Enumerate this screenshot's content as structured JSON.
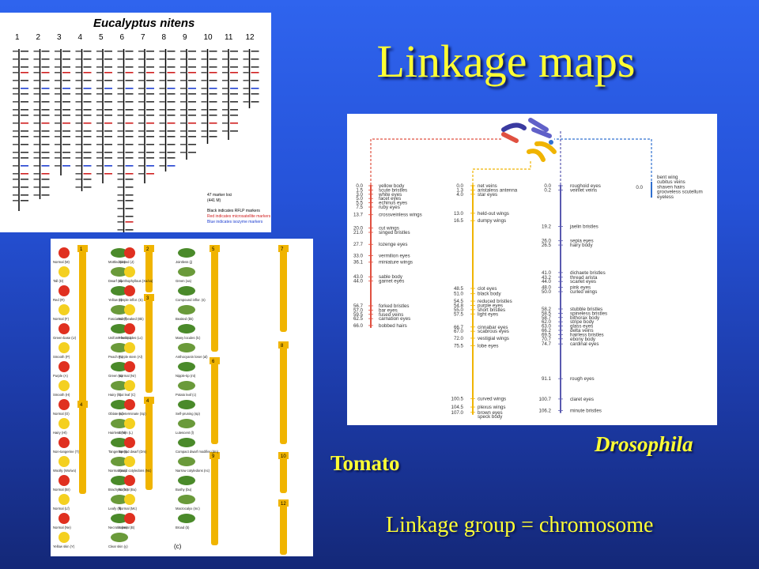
{
  "slide_title": "Linkage maps",
  "eucalyptus": {
    "title": "Eucalyptus nitens",
    "chromosomes": [
      "1",
      "2",
      "3",
      "4",
      "5",
      "6",
      "7",
      "8",
      "9",
      "10",
      "11",
      "12"
    ],
    "legend": [
      "47 marker loci",
      "(441 M)",
      "Black indicates RFLP markers",
      "Red indicates microsatellite markers",
      "Blue indicates isozyme markers"
    ]
  },
  "tomato": {
    "label": "Tomato",
    "panel_letter": "(c)",
    "chromosomes": [
      "1",
      "2",
      "3",
      "4",
      "5",
      "6",
      "7",
      "8",
      "9",
      "10",
      "11",
      "12"
    ],
    "traits": [
      "Normal (M)",
      "Mottled (m)",
      "Tall (D)",
      "Dwarf (d)",
      "Red (R)",
      "Yellow (r)",
      "Normal (F)",
      "Fasciated (f)",
      "Green-base (U)",
      "Uniform fruit (u)",
      "Smooth (P)",
      "Peach (p)",
      "Purple (A)",
      "Green (a)",
      "Smooth (H)",
      "Hairy (h)",
      "Normal (O)",
      "Oblate (o)",
      "Hairy (Hl)",
      "Hairless (hl)",
      "Non-tangerine (T)",
      "Tangerine (t)",
      "Woolly (Wo/wo)",
      "Normal (wo)",
      "Normal (Br)",
      "Brachytic (br)",
      "Normal (Lf)",
      "Leafy (lf)",
      "Normal (Ne)",
      "Necrotic (ne)",
      "Yellow skin (Y)",
      "Clear skin (y)",
      "Jointed (J)",
      "Jointless (j)",
      "Xanthophyllous (Xa/xa)",
      "Green (xa)",
      "Simple inflor. (S)",
      "Compound inflor. (s)",
      "Non-beaked (Bk)",
      "Beaked (bk)",
      "Few locules (Lc)",
      "Many locules (lc)",
      "Purple stem (Al)",
      "Anthocyanin loser (al)",
      "Normal (Nr)",
      "Nipple-tip (nt)",
      "Cut leaf (C)",
      "Potato leaf (c)",
      "Indeterminate (Sp)",
      "Self-pruning (sp)",
      "Green (L)",
      "Lutescent (l)",
      "Spread dwarf (Dm)",
      "Compact dwarf modifier (dm)",
      "Broad cotyledons (Nc)",
      "Narrow cotyledons (nc)",
      "Normal (Bu)",
      "Bushy (bu)",
      "Normal (Mc)",
      "Macrocalyx (mc)",
      "Normal (B)",
      "Broad (b)"
    ]
  },
  "drosophila": {
    "label": "Drosophila",
    "chr1": {
      "positions": [
        "0.0",
        "1.5",
        "3.0",
        "5.0",
        "5.5",
        "7.5",
        "13.7",
        "20.0",
        "21.0",
        "27.7",
        "33.0",
        "36.1",
        "43.0",
        "44.0",
        "56.7",
        "57.0",
        "59.5",
        "62.5",
        "66.0"
      ],
      "genes": [
        "yellow body",
        "scute bristles",
        "white eyes",
        "facet eyes",
        "echinus eyes",
        "ruby eyes",
        "crossveinless wings",
        "cut wings",
        "singed bristles",
        "lozenge eyes",
        "vermilion eyes",
        "miniature wings",
        "sable body",
        "garnet eyes",
        "forked bristles",
        "bar eyes",
        "fused veins",
        "carnation eyes",
        "bobbed hairs"
      ]
    },
    "chr2": {
      "positions": [
        "0.0",
        "1.3",
        "4.0",
        "13.0",
        "16.5",
        "48.5",
        "51.0",
        "54.5",
        "54.8",
        "55.0",
        "57.5",
        "66.7",
        "67.0",
        "72.0",
        "75.5",
        "100.5",
        "104.5",
        "107.0"
      ],
      "genes": [
        "net veins",
        "aristaless antenna",
        "star eyes",
        "held-out wings",
        "dumpy wings",
        "clot eyes",
        "black body",
        "reduced bristles",
        "purple eyes",
        "short bristles",
        "light eyes",
        "cinnabar eyes",
        "scabrous eyes",
        "vestigial wings",
        "lobe eyes",
        "curved wings",
        "plexus wings",
        "brown eyes",
        "speck body"
      ]
    },
    "chr3": {
      "positions": [
        "0.0",
        "0.2",
        "19.2",
        "26.0",
        "26.5",
        "41.0",
        "43.2",
        "44.0",
        "48.0",
        "50.0",
        "58.2",
        "58.5",
        "58.7",
        "62.0",
        "63.0",
        "66.2",
        "69.5",
        "70.7",
        "74.7",
        "91.1",
        "100.7",
        "106.2"
      ],
      "genes": [
        "roughoid eyes",
        "veinlet veins",
        "jaelin bristles",
        "sepia eyes",
        "hairy body",
        "dichaete bristles",
        "thread arista",
        "scarlet eyes",
        "pink eyes",
        "curled wings",
        "stubble bristles",
        "spineless bristles",
        "bithorax body",
        "stripe body",
        "glass eyes",
        "delta veins",
        "hairless bristles",
        "ebony body",
        "cardinal eyes",
        "rough eyes",
        "claret eyes",
        "minute bristles"
      ]
    },
    "chr4": {
      "positions": [
        "0.0"
      ],
      "genes": [
        "bent wing",
        "cubitus veins",
        "shaven hairs",
        "grooveless scutellum",
        "eyeless"
      ]
    }
  },
  "caption": "Linkage group = chromosome",
  "colors": {
    "title": "#ffff33",
    "chr1": "#e05040",
    "chr2": "#f0b400",
    "chr3": "#5a5ab0",
    "chr4": "#3070d0"
  }
}
